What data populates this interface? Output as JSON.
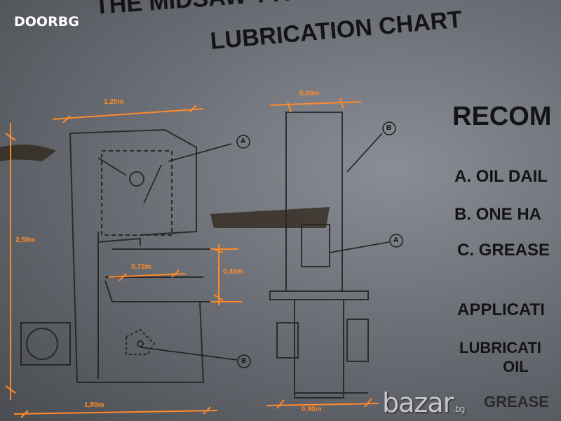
{
  "watermark": "DOORBG",
  "plate": {
    "header": "THE MIDSAW TYPE N//",
    "title": "LUBRICATION CHART",
    "recommend": "RECOM",
    "items": [
      "A. OIL DAIL",
      "B. ONE HA",
      "C. GREASE"
    ],
    "application": "APPLICATI",
    "lubrication": "LUBRICATI",
    "oil": "OIL",
    "grease": "GREASE"
  },
  "callouts": {
    "a1": "A",
    "b1": "B",
    "b2": "B",
    "a2": "A"
  },
  "dimensions": {
    "width_top": "1,20m",
    "height": "2,50m",
    "throat": "0,72m",
    "throat_height": "0,45m",
    "base": "1,80m",
    "depth_top": "0,60m",
    "depth_base": "0,90m"
  },
  "logo": {
    "brand": "bazar",
    "tld": ".bg"
  },
  "colors": {
    "dimension": "#ff8a2a",
    "ink": "#141414"
  }
}
